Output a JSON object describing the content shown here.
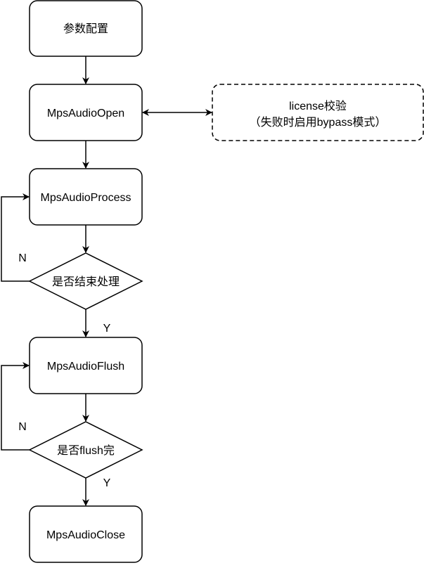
{
  "nodes": {
    "config": "参数配置",
    "open": "MpsAudioOpen",
    "license_line1": "license校验",
    "license_line2": "（失败时启用bypass模式）",
    "process": "MpsAudioProcess",
    "decision_process": "是否结束处理",
    "flush": "MpsAudioFlush",
    "decision_flush": "是否flush完",
    "close": "MpsAudioClose"
  },
  "edge_labels": {
    "process_no": "N",
    "process_yes": "Y",
    "flush_no": "N",
    "flush_yes": "Y"
  }
}
